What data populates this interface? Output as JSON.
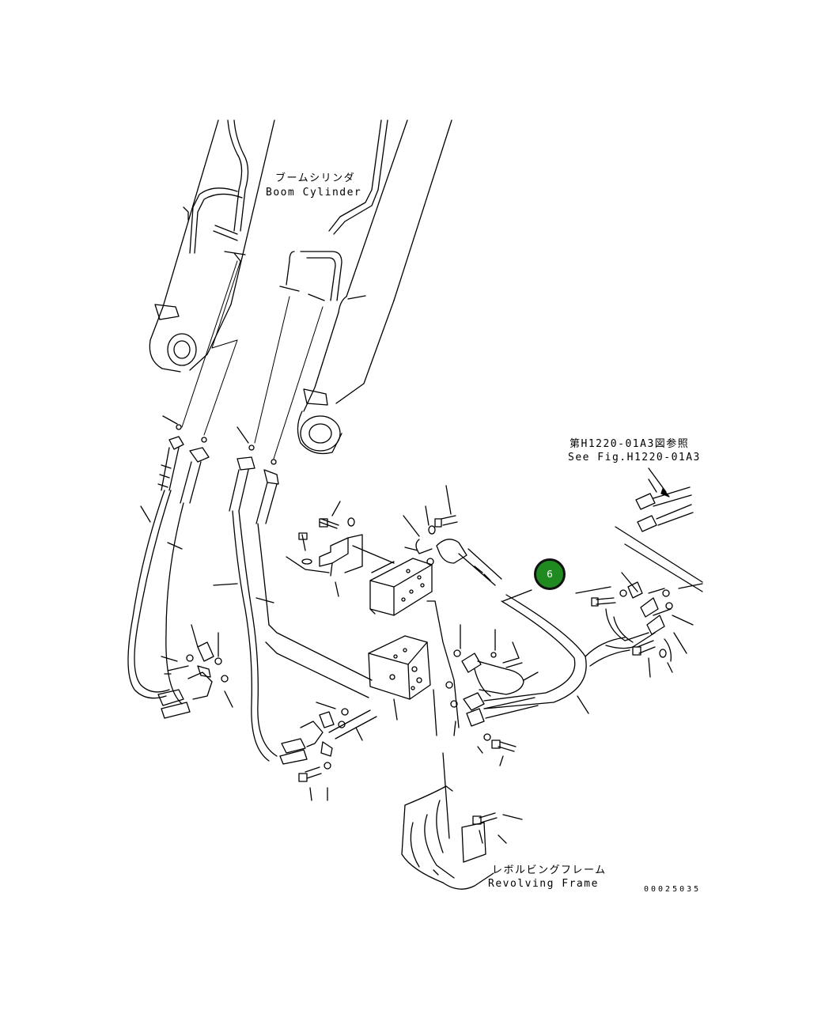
{
  "labels": {
    "boom_cylinder_jp": "ブームシリンダ",
    "boom_cylinder_en": "Boom Cylinder",
    "see_fig_jp": "第H1220-01A3図参照",
    "see_fig_en": "See Fig.H1220-01A3",
    "revolving_frame_jp": "レボルビングフレーム",
    "revolving_frame_en": "Revolving Frame",
    "drawing_number": "00025035"
  },
  "callouts": [
    {
      "number": "6",
      "color": "#1f8a1f"
    }
  ]
}
